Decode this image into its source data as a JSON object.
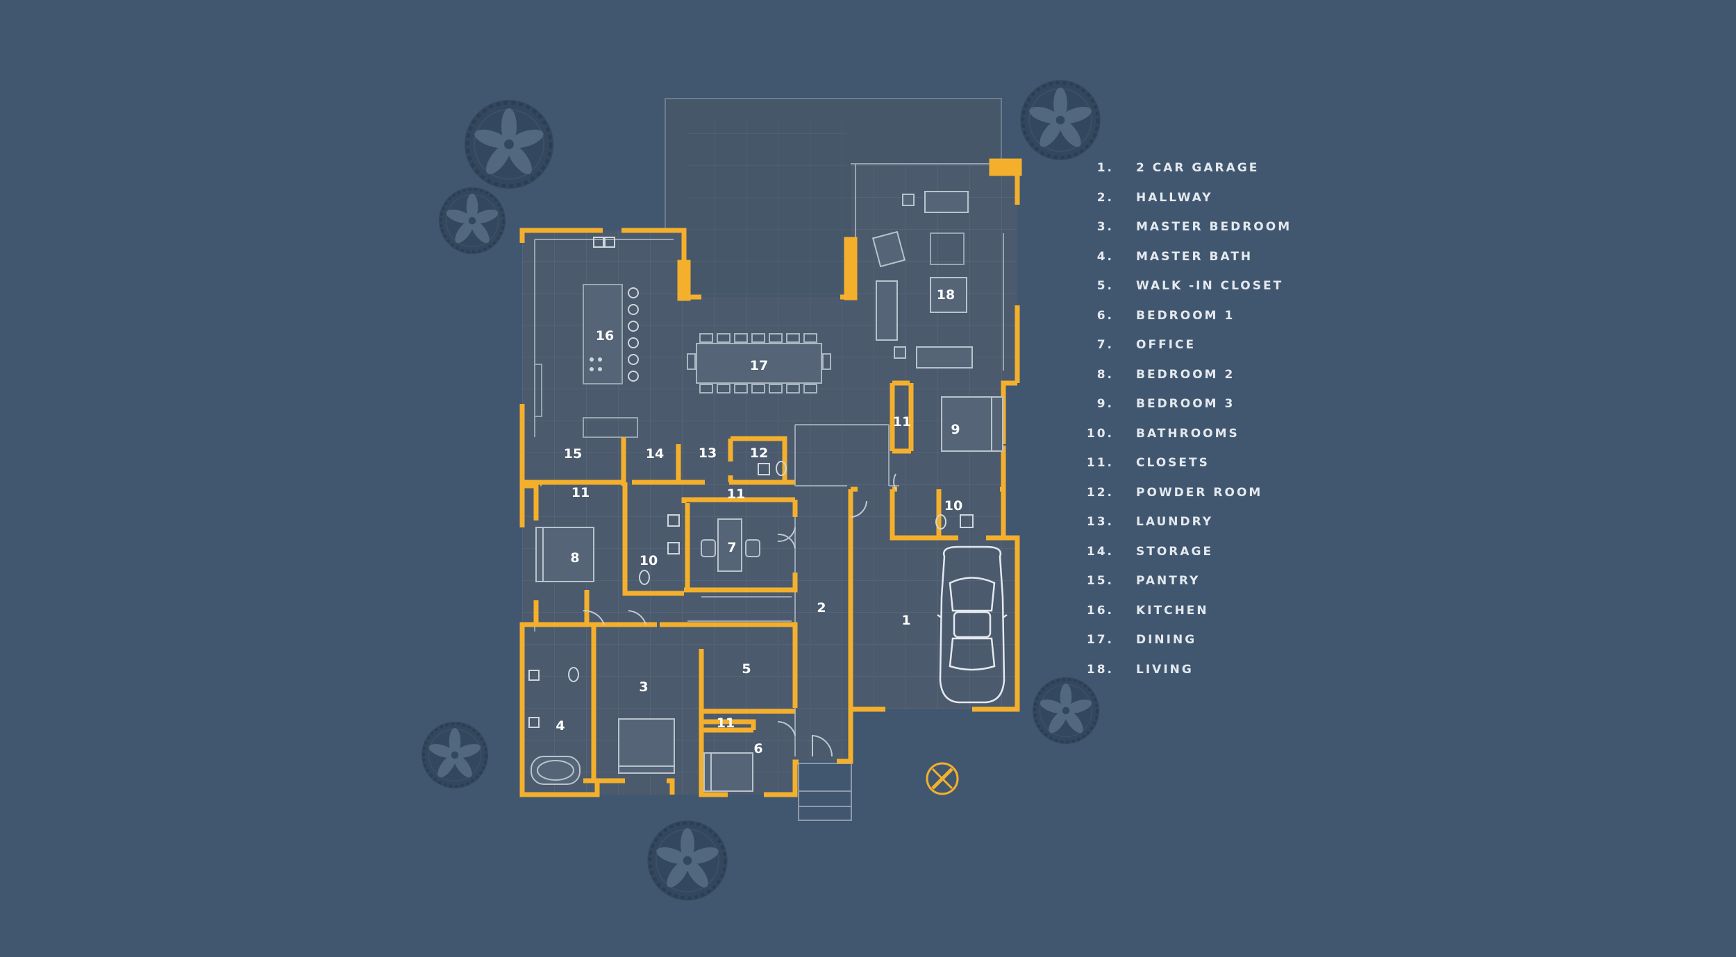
{
  "colors": {
    "background": "#41576f",
    "wall": "#f4b02c",
    "floor": "#4b5a6c",
    "grid": "#5e6d7e",
    "line": "#b9c3cd",
    "tree": "#34495f",
    "label": "#ffffff"
  },
  "icons": [
    "tree-icon",
    "car-icon",
    "compass-icon",
    "bed-icon",
    "sofa-icon",
    "bathtub-icon",
    "toilet-icon",
    "sink-icon",
    "dining-table-icon",
    "kitchen-island-icon"
  ],
  "rooms": [
    {
      "number": "1",
      "name": "2 CAR GARAGE"
    },
    {
      "number": "2",
      "name": "HALLWAY"
    },
    {
      "number": "3",
      "name": "MASTER BEDROOM"
    },
    {
      "number": "4",
      "name": "MASTER BATH"
    },
    {
      "number": "5",
      "name": "WALK -IN CLOSET"
    },
    {
      "number": "6",
      "name": "BEDROOM 1"
    },
    {
      "number": "7",
      "name": "OFFICE"
    },
    {
      "number": "8",
      "name": "BEDROOM 2"
    },
    {
      "number": "9",
      "name": "BEDROOM 3"
    },
    {
      "number": "10",
      "name": "BATHROOMS"
    },
    {
      "number": "11",
      "name": "CLOSETS"
    },
    {
      "number": "12",
      "name": "POWDER ROOM"
    },
    {
      "number": "13",
      "name": "LAUNDRY"
    },
    {
      "number": "14",
      "name": "STORAGE"
    },
    {
      "number": "15",
      "name": "PANTRY"
    },
    {
      "number": "16",
      "name": "KITCHEN"
    },
    {
      "number": "17",
      "name": "DINING"
    },
    {
      "number": "18",
      "name": "LIVING"
    }
  ],
  "plan_labels": [
    {
      "id": "garage",
      "text": "1"
    },
    {
      "id": "hallway",
      "text": "2"
    },
    {
      "id": "master-bedroom",
      "text": "3"
    },
    {
      "id": "master-bath",
      "text": "4"
    },
    {
      "id": "walk-in-closet",
      "text": "5"
    },
    {
      "id": "bedroom-1",
      "text": "6"
    },
    {
      "id": "office",
      "text": "7"
    },
    {
      "id": "bedroom-2",
      "text": "8"
    },
    {
      "id": "bedroom-3",
      "text": "9"
    },
    {
      "id": "bath-west",
      "text": "10"
    },
    {
      "id": "bath-east",
      "text": "10"
    },
    {
      "id": "closet-bedroom2",
      "text": "11"
    },
    {
      "id": "closet-office",
      "text": "11"
    },
    {
      "id": "closet-bedroom3",
      "text": "11"
    },
    {
      "id": "closet-bedroom1",
      "text": "11"
    },
    {
      "id": "powder-room",
      "text": "12"
    },
    {
      "id": "laundry",
      "text": "13"
    },
    {
      "id": "storage",
      "text": "14"
    },
    {
      "id": "pantry",
      "text": "15"
    },
    {
      "id": "kitchen",
      "text": "16"
    },
    {
      "id": "dining",
      "text": "17"
    },
    {
      "id": "living",
      "text": "18"
    }
  ]
}
